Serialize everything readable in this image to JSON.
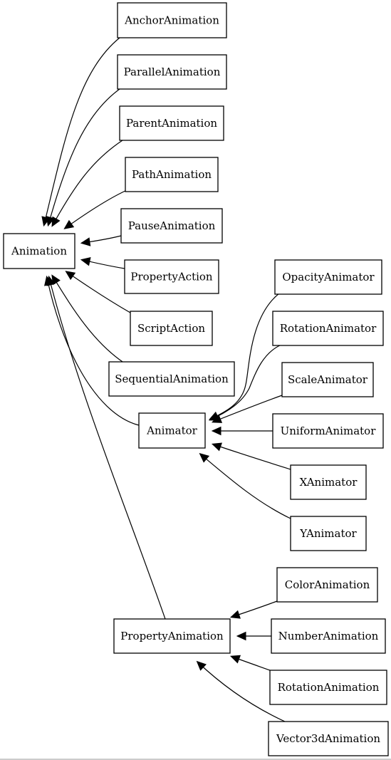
{
  "diagram": {
    "nodes": [
      {
        "id": "animation",
        "label": "Animation"
      },
      {
        "id": "anchor",
        "label": "AnchorAnimation"
      },
      {
        "id": "parallel",
        "label": "ParallelAnimation"
      },
      {
        "id": "parent",
        "label": "ParentAnimation"
      },
      {
        "id": "path",
        "label": "PathAnimation"
      },
      {
        "id": "pause",
        "label": "PauseAnimation"
      },
      {
        "id": "propaction",
        "label": "PropertyAction"
      },
      {
        "id": "script",
        "label": "ScriptAction"
      },
      {
        "id": "sequential",
        "label": "SequentialAnimation"
      },
      {
        "id": "animator",
        "label": "Animator"
      },
      {
        "id": "opacity",
        "label": "OpacityAnimator"
      },
      {
        "id": "rotanimator",
        "label": "RotationAnimator"
      },
      {
        "id": "scale",
        "label": "ScaleAnimator"
      },
      {
        "id": "uniform",
        "label": "UniformAnimator"
      },
      {
        "id": "xanim",
        "label": "XAnimator"
      },
      {
        "id": "yanim",
        "label": "YAnimator"
      },
      {
        "id": "propanimation",
        "label": "PropertyAnimation"
      },
      {
        "id": "color",
        "label": "ColorAnimation"
      },
      {
        "id": "number",
        "label": "NumberAnimation"
      },
      {
        "id": "rotanimation",
        "label": "RotationAnimation"
      },
      {
        "id": "vector3d",
        "label": "Vector3dAnimation"
      }
    ],
    "edges": [
      {
        "from": "anchor",
        "to": "animation"
      },
      {
        "from": "parallel",
        "to": "animation"
      },
      {
        "from": "parent",
        "to": "animation"
      },
      {
        "from": "path",
        "to": "animation"
      },
      {
        "from": "pause",
        "to": "animation"
      },
      {
        "from": "propaction",
        "to": "animation"
      },
      {
        "from": "script",
        "to": "animation"
      },
      {
        "from": "sequential",
        "to": "animation"
      },
      {
        "from": "animator",
        "to": "animation"
      },
      {
        "from": "propanimation",
        "to": "animation"
      },
      {
        "from": "opacity",
        "to": "animator"
      },
      {
        "from": "rotanimator",
        "to": "animator"
      },
      {
        "from": "scale",
        "to": "animator"
      },
      {
        "from": "uniform",
        "to": "animator"
      },
      {
        "from": "xanim",
        "to": "animator"
      },
      {
        "from": "yanim",
        "to": "animator"
      },
      {
        "from": "color",
        "to": "propanimation"
      },
      {
        "from": "number",
        "to": "propanimation"
      },
      {
        "from": "rotanimation",
        "to": "propanimation"
      },
      {
        "from": "vector3d",
        "to": "propanimation"
      }
    ]
  }
}
